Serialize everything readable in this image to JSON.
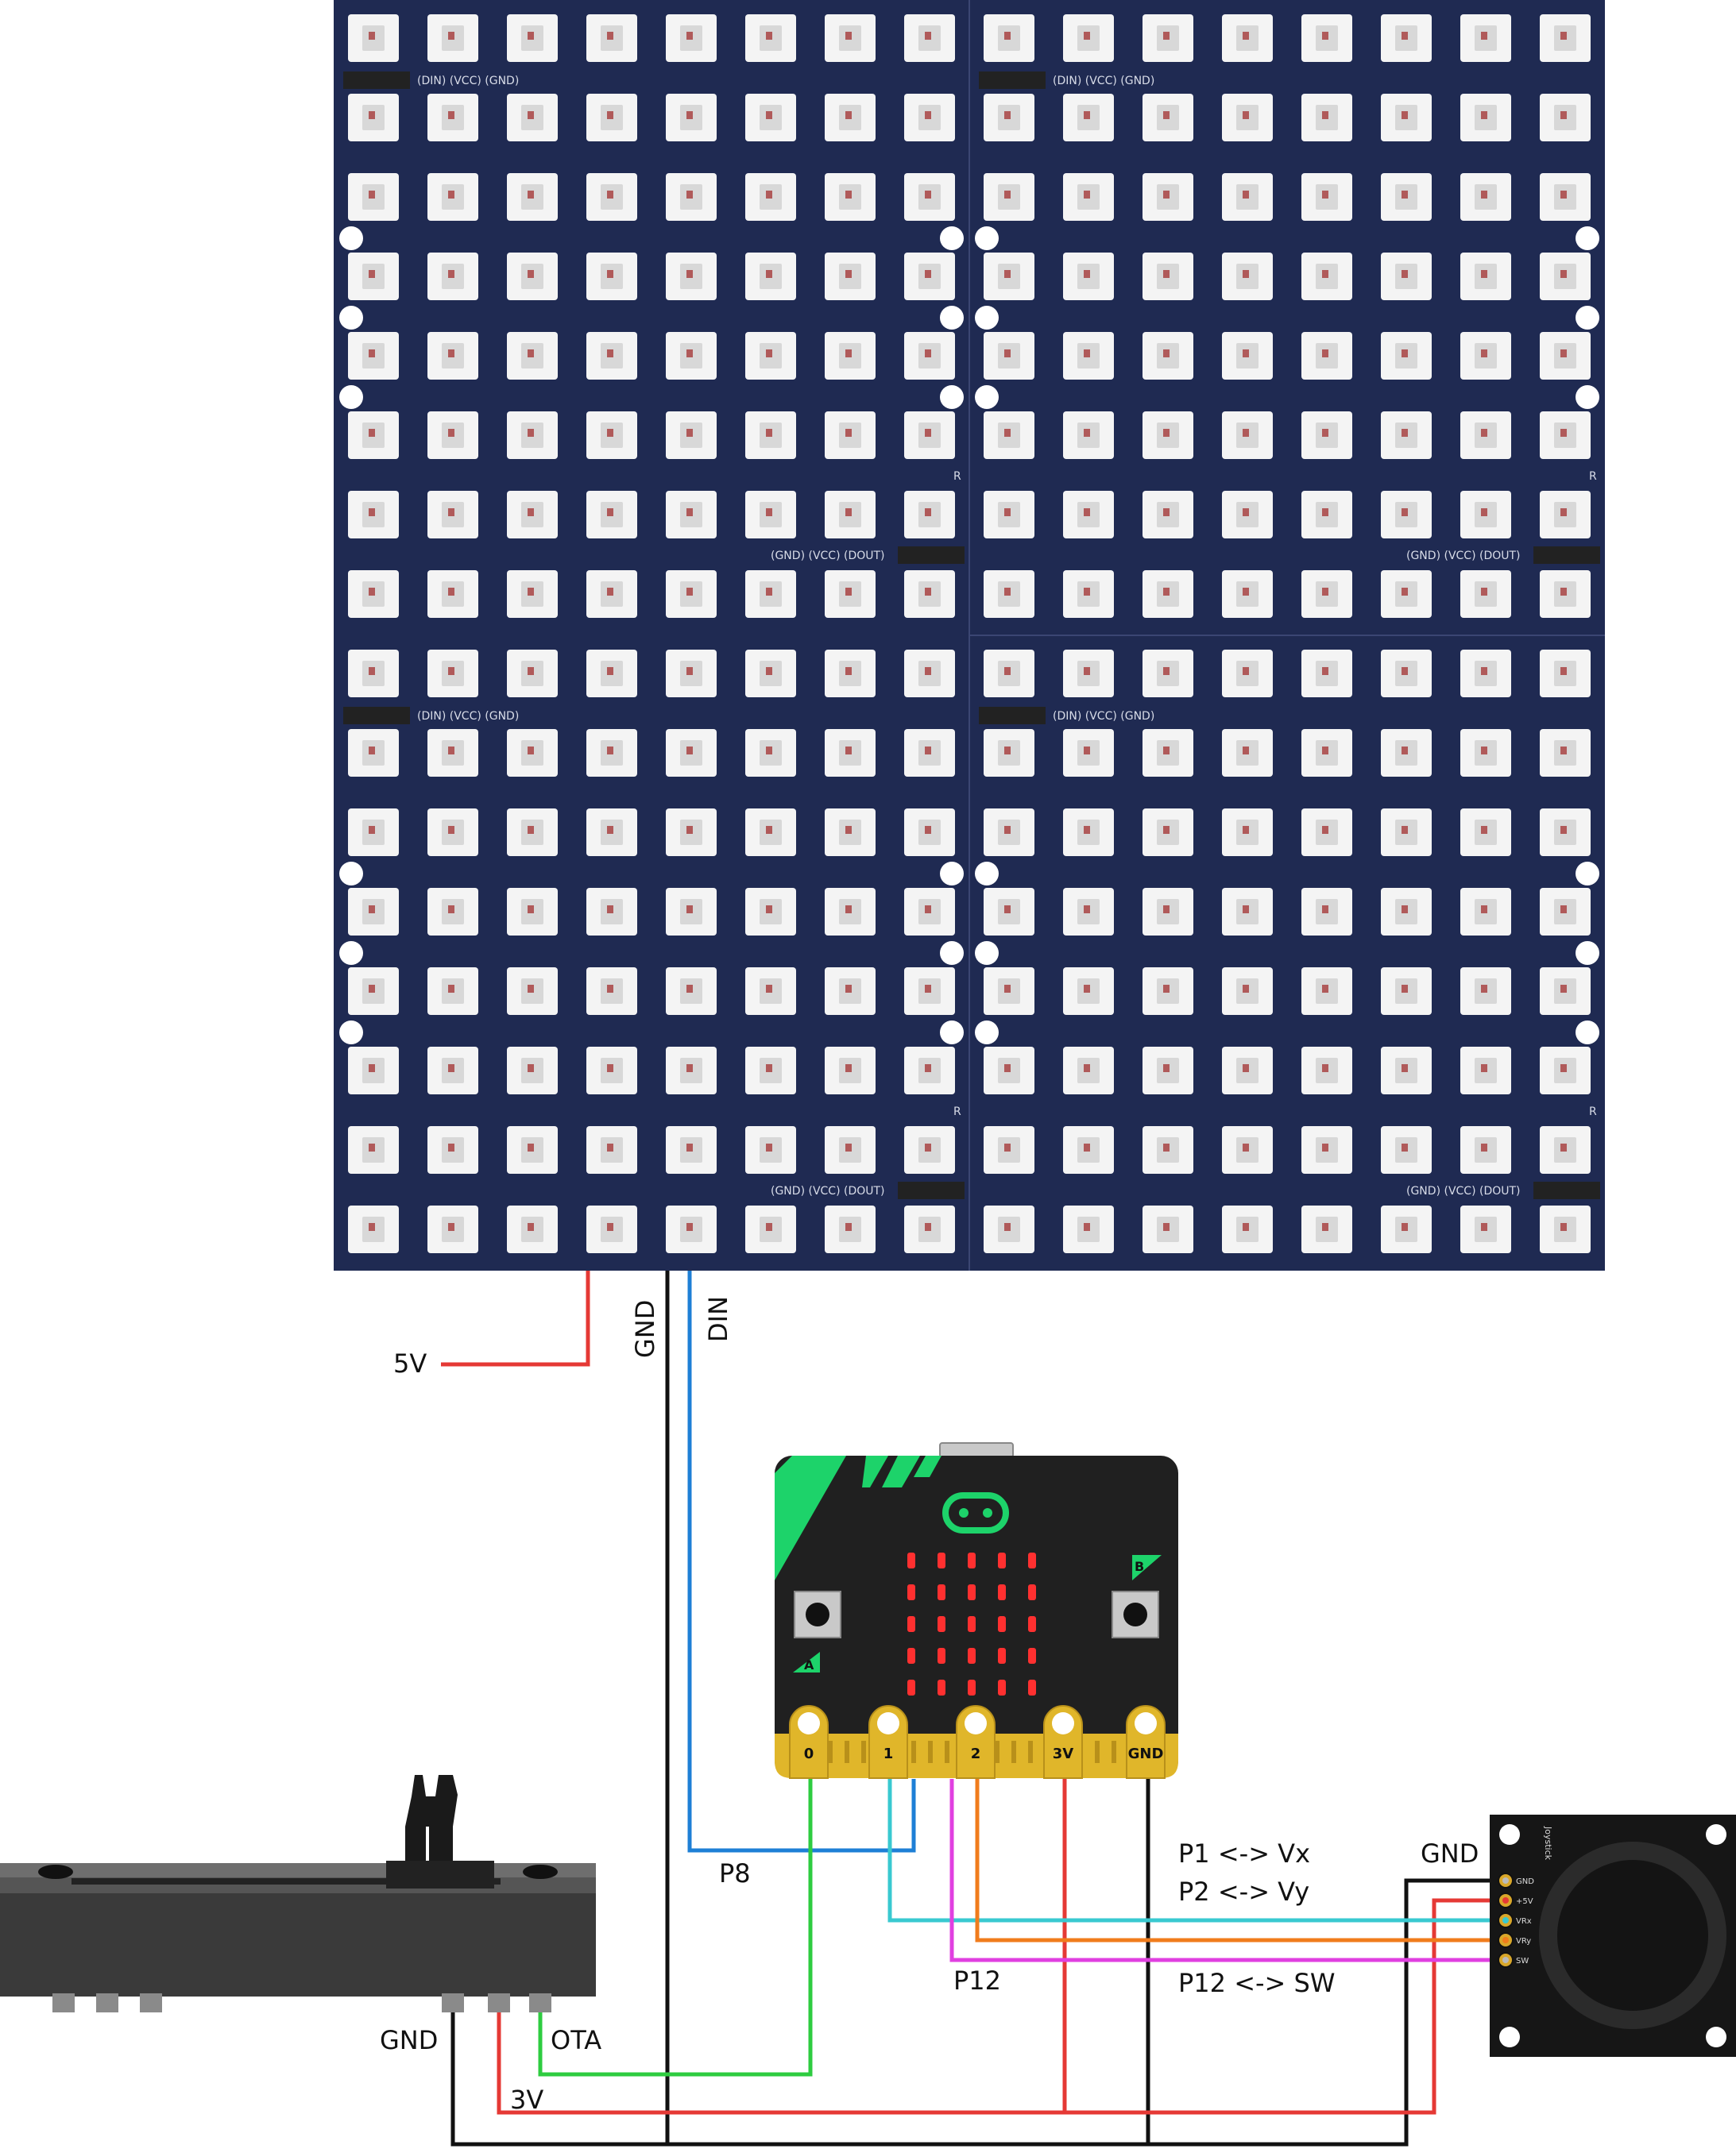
{
  "diagram": {
    "led_matrix": {
      "panel_input_label": "(DIN) (VCC) (GND)",
      "panel_output_label": "(GND) (VCC) (DOUT)",
      "logo_mark": "R"
    },
    "wire_labels": {
      "power": "5V",
      "ground": "GND",
      "data_in": "DIN",
      "matrix_pin": "P8",
      "slider_gnd": "GND",
      "slider_out": "OTA",
      "slider_3v": "3V",
      "sw_pin": "P12",
      "joy_gnd": "GND"
    },
    "mapping_notes": {
      "vx": "P1 <-> Vx",
      "vy": "P2 <-> Vy",
      "sw": "P12 <-> SW"
    },
    "microbit": {
      "button_a": "A",
      "button_b": "B",
      "pins": [
        "0",
        "1",
        "2",
        "3V",
        "GND"
      ]
    },
    "joystick": {
      "pins": [
        "GND",
        "+5V",
        "VRx",
        "VRy",
        "SW"
      ],
      "title": "Joystick"
    },
    "colors": {
      "board_navy": "#1f2a52",
      "wire_power": "#e53935",
      "wire_ground": "#111111",
      "wire_data": "#1e7fd6",
      "wire_slider_out": "#2ecc40",
      "wire_vx": "#39c9d0",
      "wire_vy": "#f07c1c",
      "wire_sw": "#e040e0",
      "microbit_green": "#1dd36a",
      "microbit_gold": "#e0b62a"
    }
  }
}
